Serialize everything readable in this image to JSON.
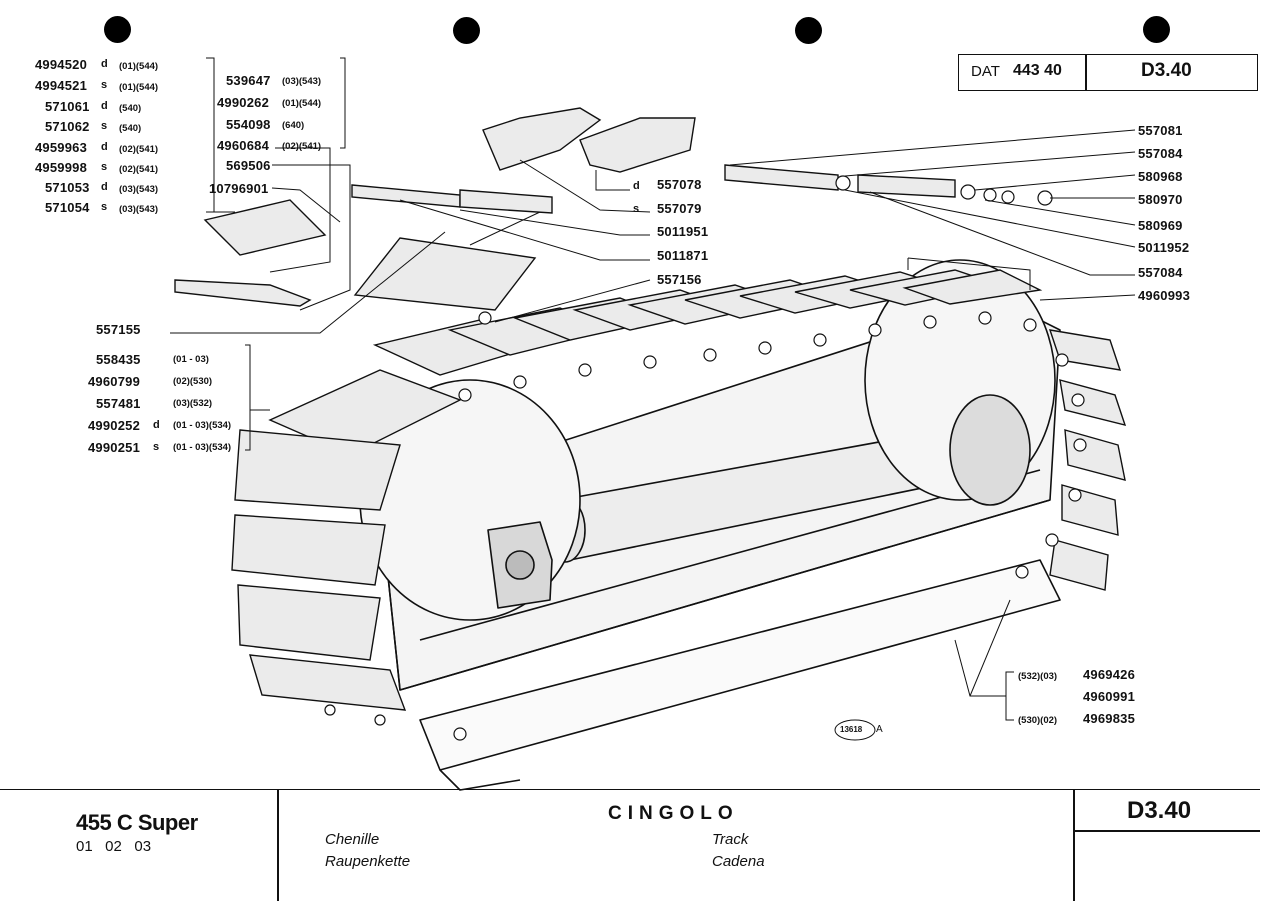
{
  "header": {
    "dat_label": "DAT",
    "dat_number": "443 40",
    "page_code": "D3.40"
  },
  "left_groups": {
    "group_a": [
      {
        "code": "4994520",
        "side": "d",
        "note": "(01)(544)"
      },
      {
        "code": "4994521",
        "side": "s",
        "note": "(01)(544)"
      },
      {
        "code": "571061",
        "side": "d",
        "note": "(540)"
      },
      {
        "code": "571062",
        "side": "s",
        "note": "(540)"
      },
      {
        "code": "4959963",
        "side": "d",
        "note": "(02)(541)"
      },
      {
        "code": "4959998",
        "side": "s",
        "note": "(02)(541)"
      },
      {
        "code": "571053",
        "side": "d",
        "note": "(03)(543)"
      },
      {
        "code": "571054",
        "side": "s",
        "note": "(03)(543)"
      }
    ],
    "group_b": [
      {
        "code": "539647",
        "note": "(03)(543)"
      },
      {
        "code": "4990262",
        "note": "(01)(544)"
      },
      {
        "code": "554098",
        "note": "(640)"
      },
      {
        "code": "4960684",
        "note": "(02)(541)"
      },
      {
        "code": "569506",
        "note": ""
      },
      {
        "code": "10796901",
        "note": ""
      }
    ],
    "group_c": [
      {
        "code": "558435",
        "side": "",
        "note": "(01 - 03)"
      },
      {
        "code": "4960799",
        "side": "",
        "note": "(02)(530)"
      },
      {
        "code": "557481",
        "side": "",
        "note": "(03)(532)"
      },
      {
        "code": "4990252",
        "side": "d",
        "note": "(01 - 03)(534)"
      },
      {
        "code": "4990251",
        "side": "s",
        "note": "(01 - 03)(534)"
      }
    ],
    "single": "557155"
  },
  "center_labels": [
    {
      "side": "d",
      "code": "557078"
    },
    {
      "side": "s",
      "code": "557079"
    },
    {
      "side": "",
      "code": "5011951"
    },
    {
      "side": "",
      "code": "5011871"
    },
    {
      "side": "",
      "code": "557156"
    }
  ],
  "right_labels": [
    "557081",
    "557084",
    "580968",
    "580970",
    "580969",
    "5011952",
    "557084",
    "4960993"
  ],
  "bottom_right": [
    {
      "note": "(532)(03)",
      "code": "4969426"
    },
    {
      "note": "",
      "code": "4960991"
    },
    {
      "note": "(530)(02)",
      "code": "4969835"
    }
  ],
  "drawing_ref": "13618",
  "drawing_ref_suffix": "A",
  "footer": {
    "model": "455 C Super",
    "versions": "01   02   03",
    "title_it": "CINGOLO",
    "title_fr": "Chenille",
    "title_de": "Raupenkette",
    "title_en": "Track",
    "title_es": "Cadena",
    "page_code": "D3.40"
  }
}
